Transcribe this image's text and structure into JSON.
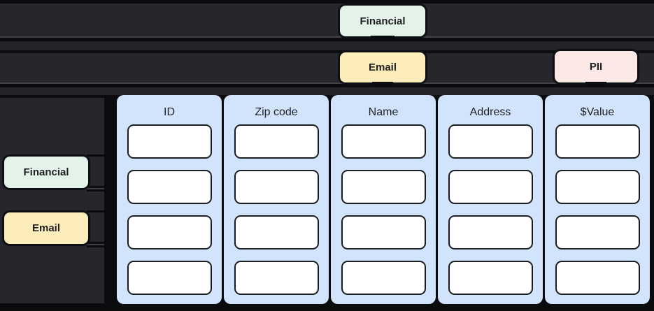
{
  "top_lane": {
    "tag": {
      "label": "Financial",
      "type": "financial"
    }
  },
  "middle_lane": {
    "tags": [
      {
        "label": "Email",
        "type": "email"
      },
      {
        "label": "PII",
        "type": "pii"
      }
    ]
  },
  "sidebar": {
    "tags": [
      {
        "label": "Financial",
        "type": "financial"
      },
      {
        "label": "Email",
        "type": "email"
      }
    ]
  },
  "table": {
    "columns": [
      {
        "header": "ID",
        "rows": 4
      },
      {
        "header": "Zip code",
        "rows": 4
      },
      {
        "header": "Name",
        "rows": 4
      },
      {
        "header": "Address",
        "rows": 4
      },
      {
        "header": "$Value",
        "rows": 4
      }
    ]
  },
  "colors": {
    "financial_tag": "#e4f3ea",
    "email_tag": "#fdedba",
    "pii_tag": "#fce9e6",
    "column_card": "#d2e3fc",
    "cell_fill": "#ffffff",
    "panel": "#25272c",
    "strip": "#222428",
    "canvas": "#0b0c0e",
    "text_dark": "#202124"
  }
}
